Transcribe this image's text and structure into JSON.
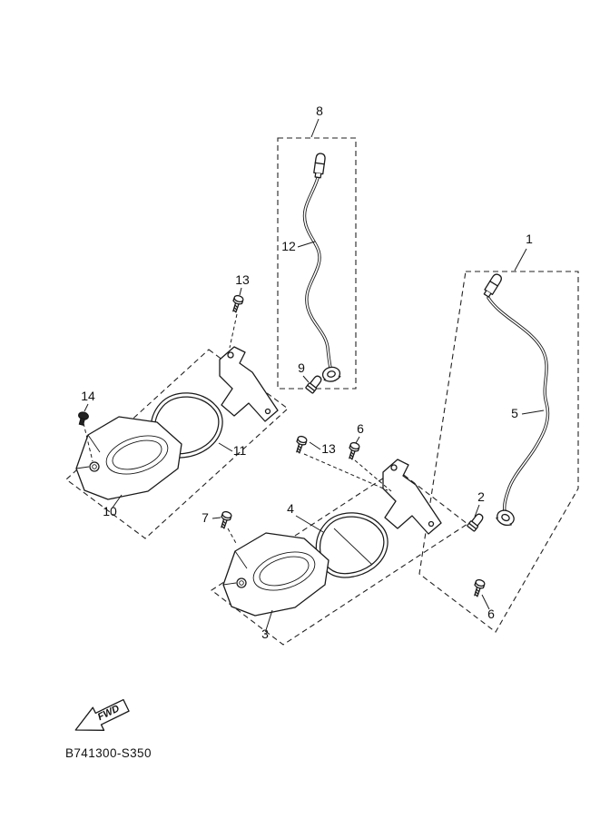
{
  "diagram": {
    "code": "B741300-S350",
    "fwd_label": "FWD",
    "line_color": "#1a1a1a",
    "background_color": "#ffffff",
    "callouts": {
      "n1": "1",
      "n2": "2",
      "n3": "3",
      "n4": "4",
      "n5": "5",
      "n6": "6",
      "n7": "7",
      "n8": "8",
      "n9": "9",
      "n10": "10",
      "n11": "11",
      "n12": "12",
      "n13": "13",
      "n14": "14"
    }
  }
}
